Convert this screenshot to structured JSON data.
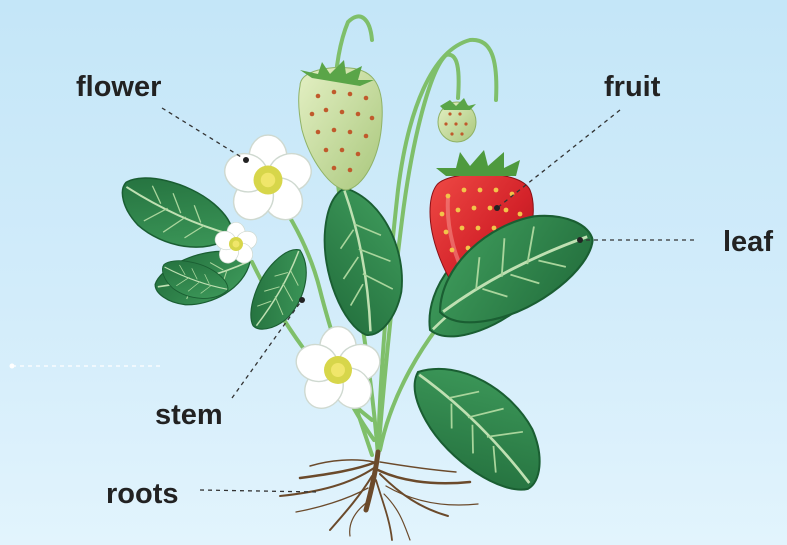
{
  "labels": {
    "flower": "flower",
    "fruit": "fruit",
    "leaf": "leaf",
    "stem": "stem",
    "roots": "roots"
  },
  "colors": {
    "background_top": "#c4e6f8",
    "background_bottom": "#e2f4fd",
    "leaf": "#2f8a4e",
    "leaf_dark": "#1f6b3a",
    "stem": "#7fbf6a",
    "ripe_fruit": "#d9262a",
    "unripe_fruit": "#c6dc9c",
    "flower_petal": "#ffffff",
    "flower_center": "#d8d84a",
    "roots": "#6b4a2b",
    "label_text": "#222222",
    "leader_line": "#333333"
  }
}
